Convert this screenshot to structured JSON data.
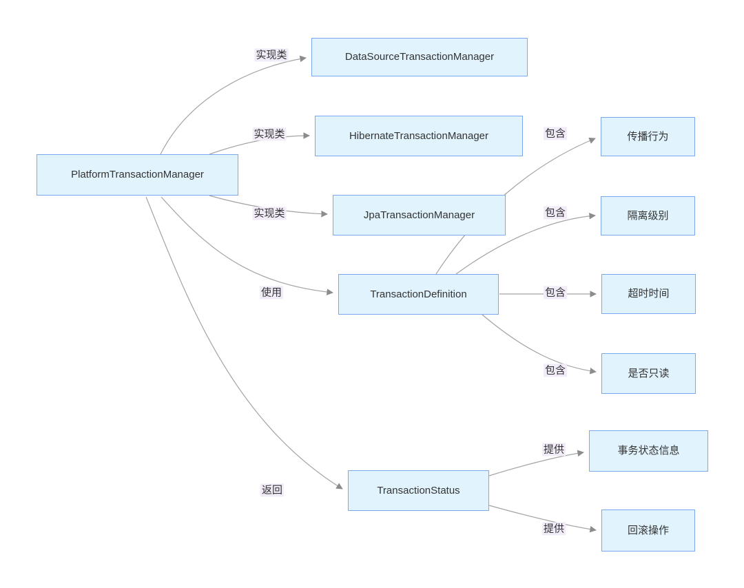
{
  "diagram": {
    "type": "flowchart",
    "colors": {
      "background": "#ffffff",
      "node_fill": "#e1f3fd",
      "node_border": "#7aa7f0",
      "node_text": "#333333",
      "edge_line": "#a3a3a3",
      "arrow_fill": "#8c8c8c",
      "edge_label_bg": "#f2ecf9",
      "edge_label_text": "#333333"
    },
    "nodes": [
      {
        "id": "platform",
        "label": "PlatformTransactionManager"
      },
      {
        "id": "datasource",
        "label": "DataSourceTransactionManager"
      },
      {
        "id": "hibernate",
        "label": "HibernateTransactionManager"
      },
      {
        "id": "jpa",
        "label": "JpaTransactionManager"
      },
      {
        "id": "definition",
        "label": "TransactionDefinition"
      },
      {
        "id": "status",
        "label": "TransactionStatus"
      },
      {
        "id": "propagation",
        "label": "传播行为"
      },
      {
        "id": "isolation",
        "label": "隔离级别"
      },
      {
        "id": "timeout",
        "label": "超时时间"
      },
      {
        "id": "readonly",
        "label": "是否只读"
      },
      {
        "id": "status-info",
        "label": "事务状态信息"
      },
      {
        "id": "rollback",
        "label": "回滚操作"
      }
    ],
    "edges": [
      {
        "from": "platform",
        "to": "datasource",
        "label": "实现类"
      },
      {
        "from": "platform",
        "to": "hibernate",
        "label": "实现类"
      },
      {
        "from": "platform",
        "to": "jpa",
        "label": "实现类"
      },
      {
        "from": "platform",
        "to": "definition",
        "label": "使用"
      },
      {
        "from": "platform",
        "to": "status",
        "label": "返回"
      },
      {
        "from": "definition",
        "to": "propagation",
        "label": "包含"
      },
      {
        "from": "definition",
        "to": "isolation",
        "label": "包含"
      },
      {
        "from": "definition",
        "to": "timeout",
        "label": "包含"
      },
      {
        "from": "definition",
        "to": "readonly",
        "label": "包含"
      },
      {
        "from": "status",
        "to": "status-info",
        "label": "提供"
      },
      {
        "from": "status",
        "to": "rollback",
        "label": "提供"
      }
    ]
  }
}
